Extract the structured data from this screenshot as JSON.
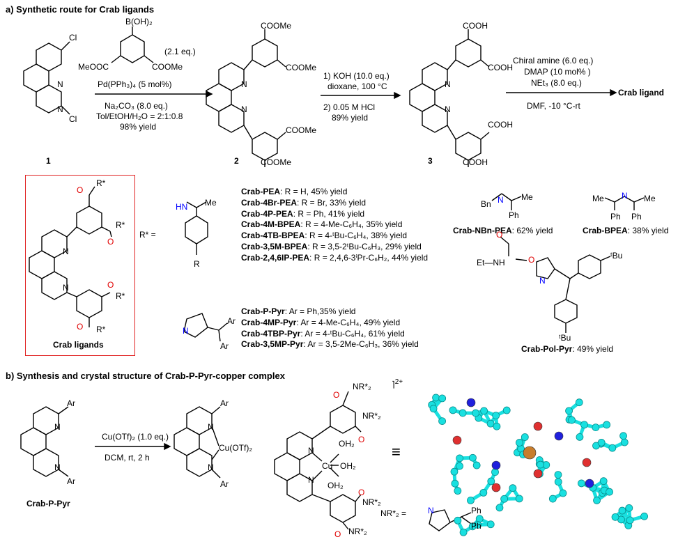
{
  "section_a": {
    "title": "a) Synthetic route for Crab ligands",
    "boronic": "B(OH)₂",
    "diester_left": "MeOOC",
    "diester_right": "COOMe",
    "eq1": "(2.1 eq.)",
    "catalyst": "Pd(PPh₃)₄ (5 mol%)",
    "base": "Na₂CO₃ (8.0 eq.)",
    "solvent": "Tol/EtOH/H₂O = 2:1:0.8",
    "yield1": "98% yield",
    "cl_top": "Cl",
    "cl_bottom": "Cl",
    "n_label": "N",
    "cpd1": "1",
    "cpd2": "2",
    "cpd3": "3",
    "coome": "COOMe",
    "cooh": "COOH",
    "step2_a": "1) KOH (10.0 eq.)",
    "step2_b": "dioxane, 100 °C",
    "step2_c": "2) 0.05 M HCl",
    "step2_d": "89% yield",
    "step3_a": "Chiral amine (6.0 eq.)",
    "step3_b": "DMAP (10 mol% )",
    "step3_c": "NEt₃ (8.0 eq.)",
    "step3_d": "DMF, -10 °C-rt",
    "product": "Crab ligand",
    "rstar_ligand": "R*",
    "o_label": "O",
    "crab_ligands_label": "Crab ligands",
    "rstar_eq": "R* =",
    "hn": "HN",
    "me": "Me",
    "r": "R",
    "ligands_pea": [
      {
        "name": "Crab-PEA",
        "desc": ": R = H, 45% yield"
      },
      {
        "name": "Crab-4Br-PEA",
        "desc": ": R = Br, 33% yield"
      },
      {
        "name": "Crab-4P-PEA",
        "desc": ": R = Ph, 41% yield"
      },
      {
        "name": "Crab-4M-BPEA",
        "desc": ": R = 4-Me-C₆H₄, 35% yield"
      },
      {
        "name": "Crab-4TB-BPEA",
        "desc": ": R = 4-ᵗBu-C₆H₄, 38% yield"
      },
      {
        "name": "Crab-3,5M-BPEA",
        "desc": ": R = 3,5-2ᵗBu-C₆H₃, 29% yield"
      },
      {
        "name": "Crab-2,4,6IP-PEA",
        "desc": ": R = 2,4,6-3ⁱPr-C₆H₂, 44% yield"
      }
    ],
    "ligands_pyr": [
      {
        "name": "Crab-P-Pyr",
        "desc": ": Ar = Ph,35% yield"
      },
      {
        "name": "Crab-4MP-Pyr",
        "desc": ": Ar = 4-Me-C₆H₄, 49% yield"
      },
      {
        "name": "Crab-4TBP-Pyr",
        "desc": ": Ar = 4-ᵗBu-C₆H₄, 61% yield"
      },
      {
        "name": "Crab-3,5MP-Pyr",
        "desc": ": Ar = 3,5-2Me-C₆H₃, 36% yield"
      }
    ],
    "nbn": {
      "name": "Crab-NBn-PEA",
      "desc": ": 62% yield",
      "bn": "Bn",
      "n": "N",
      "me": "Me",
      "ph": "Ph"
    },
    "bpea": {
      "name": "Crab-BPEA",
      "desc": ": 38% yield",
      "me1": "Me",
      "me2": "Me",
      "ph1": "Ph",
      "ph2": "Ph",
      "n": "N"
    },
    "pol": {
      "name": "Crab-Pol-Pyr",
      "desc": ": 49% yield",
      "o1": "O",
      "o2": "O",
      "etnh": "Et—NH",
      "tbu1": "ᵗBu",
      "tbu2": "ᵗBu",
      "n": "N"
    },
    "ar": "Ar"
  },
  "section_b": {
    "title": "b) Synthesis and crystal structure of Crab-P-Pyr-copper complex",
    "reagent": "Cu(OTf)₂ (1.0 eq.)",
    "conditions": "DCM, rt, 2 h",
    "start_label": "Crab-P-Pyr",
    "ar": "Ar",
    "n": "N",
    "cu_otf": "Cu(OTf)₂",
    "nr2": "NR*₂",
    "charge": "2+",
    "oh2": "OH₂",
    "cu": "Cu",
    "equiv_sym": "≡",
    "nr2_eq": "NR*₂ =",
    "ph": "Ph",
    "o": "O"
  },
  "colors": {
    "carbon": "#19e0e0",
    "nitrogen": "#2020dd",
    "oxygen": "#e03030",
    "copper": "#c87d2c",
    "sulfur": "#d8c020",
    "box": "#e02020"
  }
}
